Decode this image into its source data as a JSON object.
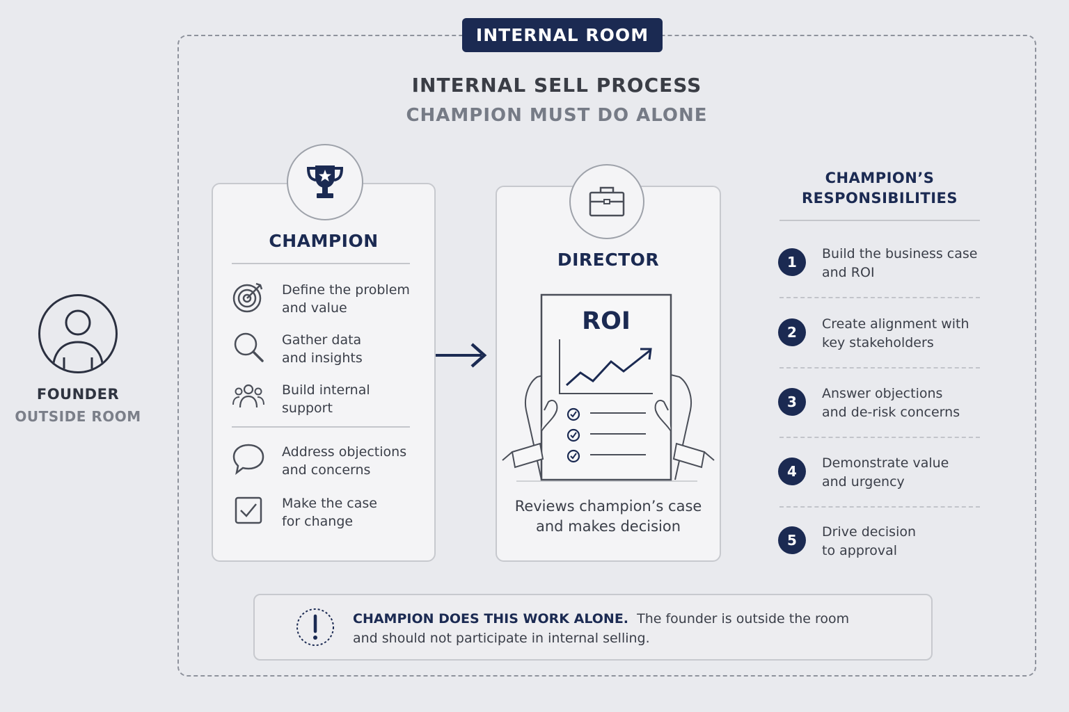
{
  "room_label": "INTERNAL ROOM",
  "title": "INTERNAL SELL PROCESS",
  "subtitle": "CHAMPION MUST DO ALONE",
  "founder": {
    "label": "FOUNDER",
    "sublabel": "OUTSIDE ROOM",
    "icon": "person-icon"
  },
  "champion": {
    "title": "CHAMPION",
    "icon": "trophy-icon",
    "items": [
      {
        "icon": "target-icon",
        "line1": "Define the problem",
        "line2": "and value"
      },
      {
        "icon": "magnifier-icon",
        "line1": "Gather data",
        "line2": "and insights"
      },
      {
        "icon": "group-icon",
        "line1": "Build internal",
        "line2": "support"
      },
      {
        "icon": "speech-bubble-icon",
        "line1": "Address objections",
        "line2": "and concerns"
      },
      {
        "icon": "checkbox-icon",
        "line1": "Make the case",
        "line2": "for change"
      }
    ]
  },
  "director": {
    "title": "DIRECTOR",
    "icon": "briefcase-icon",
    "doc_label": "ROI",
    "caption_line1": "Reviews champion’s case",
    "caption_line2": "and makes decision"
  },
  "responsibilities": {
    "heading_line1": "CHAMPION’S",
    "heading_line2": "RESPONSIBILITIES",
    "items": [
      {
        "num": "1",
        "line1": "Build the business case",
        "line2": "and ROI"
      },
      {
        "num": "2",
        "line1": "Create alignment with",
        "line2": "key stakeholders"
      },
      {
        "num": "3",
        "line1": "Answer objections",
        "line2": "and de-risk concerns"
      },
      {
        "num": "4",
        "line1": "Demonstrate value",
        "line2": "and urgency"
      },
      {
        "num": "5",
        "line1": "Drive decision",
        "line2": "to approval"
      }
    ]
  },
  "note": {
    "strong": "CHAMPION DOES THIS WORK ALONE.",
    "text_line1": "The founder is outside the room",
    "text_line2": "and should not participate in internal selling.",
    "icon": "exclamation-icon"
  },
  "colors": {
    "navy": "#1b2a52",
    "background": "#e9eaee",
    "card": "#f4f4f6"
  }
}
